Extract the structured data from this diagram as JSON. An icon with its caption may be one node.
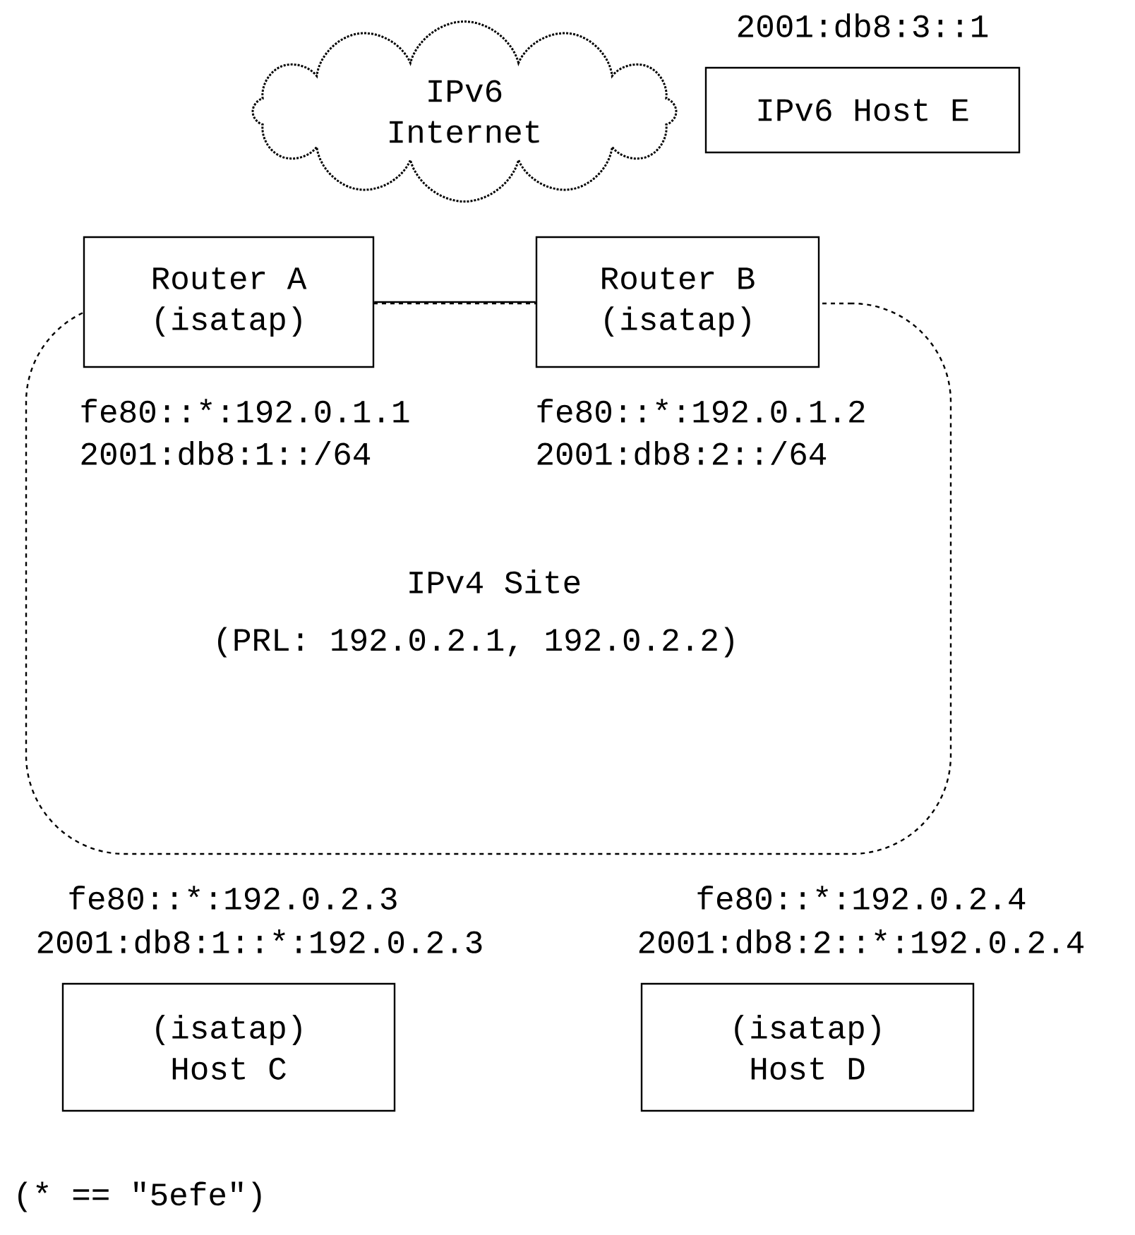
{
  "diagram": {
    "nodes": [
      {
        "text": [
          "IPv6 Internet"
        ]
      },
      {
        "text": [
          "IPv6 Host E"
        ],
        "beside": [
          "2001:db8:3::1"
        ]
      },
      {
        "text": [
          "Router A",
          "(isatap)"
        ],
        "beside": [
          "fe80::*:192.0.1.1",
          "2001:db8:1::/64"
        ]
      },
      {
        "text": [
          "Router B",
          "(isatap)"
        ],
        "beside": [
          "fe80::*:192.0.1.2",
          "2001:db8:2::/64"
        ]
      },
      {
        "text": [
          "IPv4 Site",
          "(PRL: 192.0.2.1, 192.0.2.2)"
        ]
      },
      {
        "text": [
          "(isatap)",
          "Host C"
        ],
        "beside": [
          "fe80::*:192.0.2.3",
          "2001:db8:1::*:192.0.2.3"
        ]
      },
      {
        "text": [
          "(isatap)",
          "Host D"
        ],
        "beside": [
          "fe80::*:192.0.2.4",
          "2001:db8:2::*:192.0.2.4"
        ]
      }
    ],
    "edges": [
      {
        "from": 2,
        "to": 3,
        "arrow": "none"
      }
    ],
    "labels": [
      "(* == \"5efe\")"
    ]
  }
}
